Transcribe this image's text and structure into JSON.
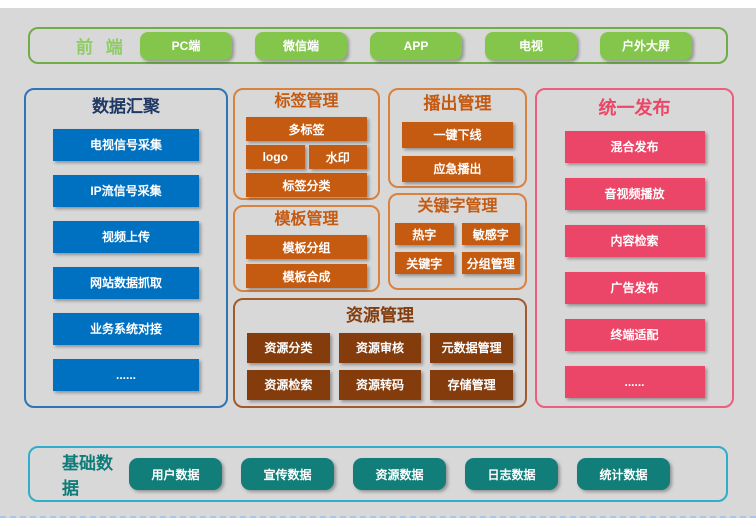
{
  "frontend": {
    "title": "前 端",
    "items": [
      "PC端",
      "微信端",
      "APP",
      "电视",
      "户外大屏"
    ]
  },
  "data_aggregation": {
    "title": "数据汇聚",
    "items": [
      "电视信号采集",
      "IP流信号采集",
      "视频上传",
      "网站数据抓取",
      "业务系统对接",
      "......"
    ]
  },
  "tag_management": {
    "title": "标签管理",
    "items": [
      "多标签",
      "logo",
      "水印",
      "标签分类"
    ]
  },
  "broadcast_management": {
    "title": "播出管理",
    "items": [
      "一键下线",
      "应急播出"
    ]
  },
  "template_management": {
    "title": "模板管理",
    "items": [
      "模板分组",
      "模板合成"
    ]
  },
  "keyword_management": {
    "title": "关键字管理",
    "items": [
      "热字",
      "敏感字",
      "关键字",
      "分组管理"
    ]
  },
  "resource_management": {
    "title": "资源管理",
    "items": [
      "资源分类",
      "资源审核",
      "元数据管理",
      "资源检索",
      "资源转码",
      "存储管理"
    ]
  },
  "unified_publishing": {
    "title": "统一发布",
    "items": [
      "混合发布",
      "音视频播放",
      "内容检索",
      "广告发布",
      "终端适配",
      "......"
    ]
  },
  "base_data": {
    "title": "基础数据",
    "items": [
      "用户数据",
      "宣传数据",
      "资源数据",
      "日志数据",
      "统计数据"
    ]
  },
  "colors": {
    "background_gray": "#D8D8D8",
    "green_button": "#84C64C",
    "green_border": "#70AD47",
    "green_title": "#8FCB66",
    "blue_button": "#0070C0",
    "blue_border": "#2E75B6",
    "blue_title": "#1F3864",
    "orange_button": "#C55A11",
    "orange_border": "#D9813F",
    "brown_button": "#843C0C",
    "brown_border": "#A05A2C",
    "pink_button": "#EB4667",
    "pink_border": "#EE5C7E",
    "teal_button": "#117E79",
    "teal_border": "#2FAECB",
    "dashed_divider": "#A9C6E8"
  }
}
